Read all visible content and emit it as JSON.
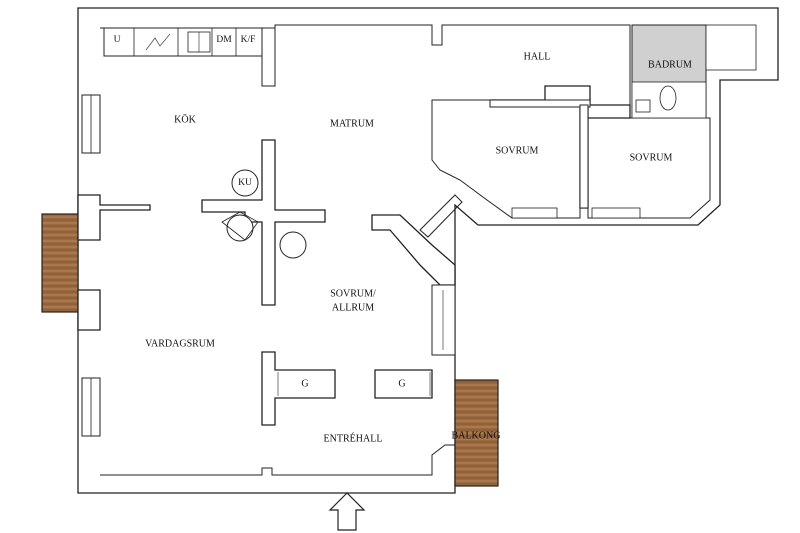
{
  "rooms": {
    "kok": "KÖK",
    "matrum": "MATRUM",
    "hall": "HALL",
    "badrum": "BADRUM",
    "sovrum_1": "SOVRUM",
    "sovrum_2": "SOVRUM",
    "sovrum_allrum_line1": "SOVRUM/",
    "sovrum_allrum_line2": "ALLRUM",
    "vardagsrum": "VARDAGSRUM",
    "entrehall": "ENTRÉHALL",
    "balkong": "BALKONG"
  },
  "fixtures": {
    "u": "U",
    "dm": "DM",
    "kf": "K/F",
    "ku": "KU",
    "g1": "G",
    "g2": "G"
  },
  "colors": {
    "wall": "#222222",
    "balcony_wood": "#9b6a3e",
    "bathroom_fill": "#d0d0d0"
  }
}
